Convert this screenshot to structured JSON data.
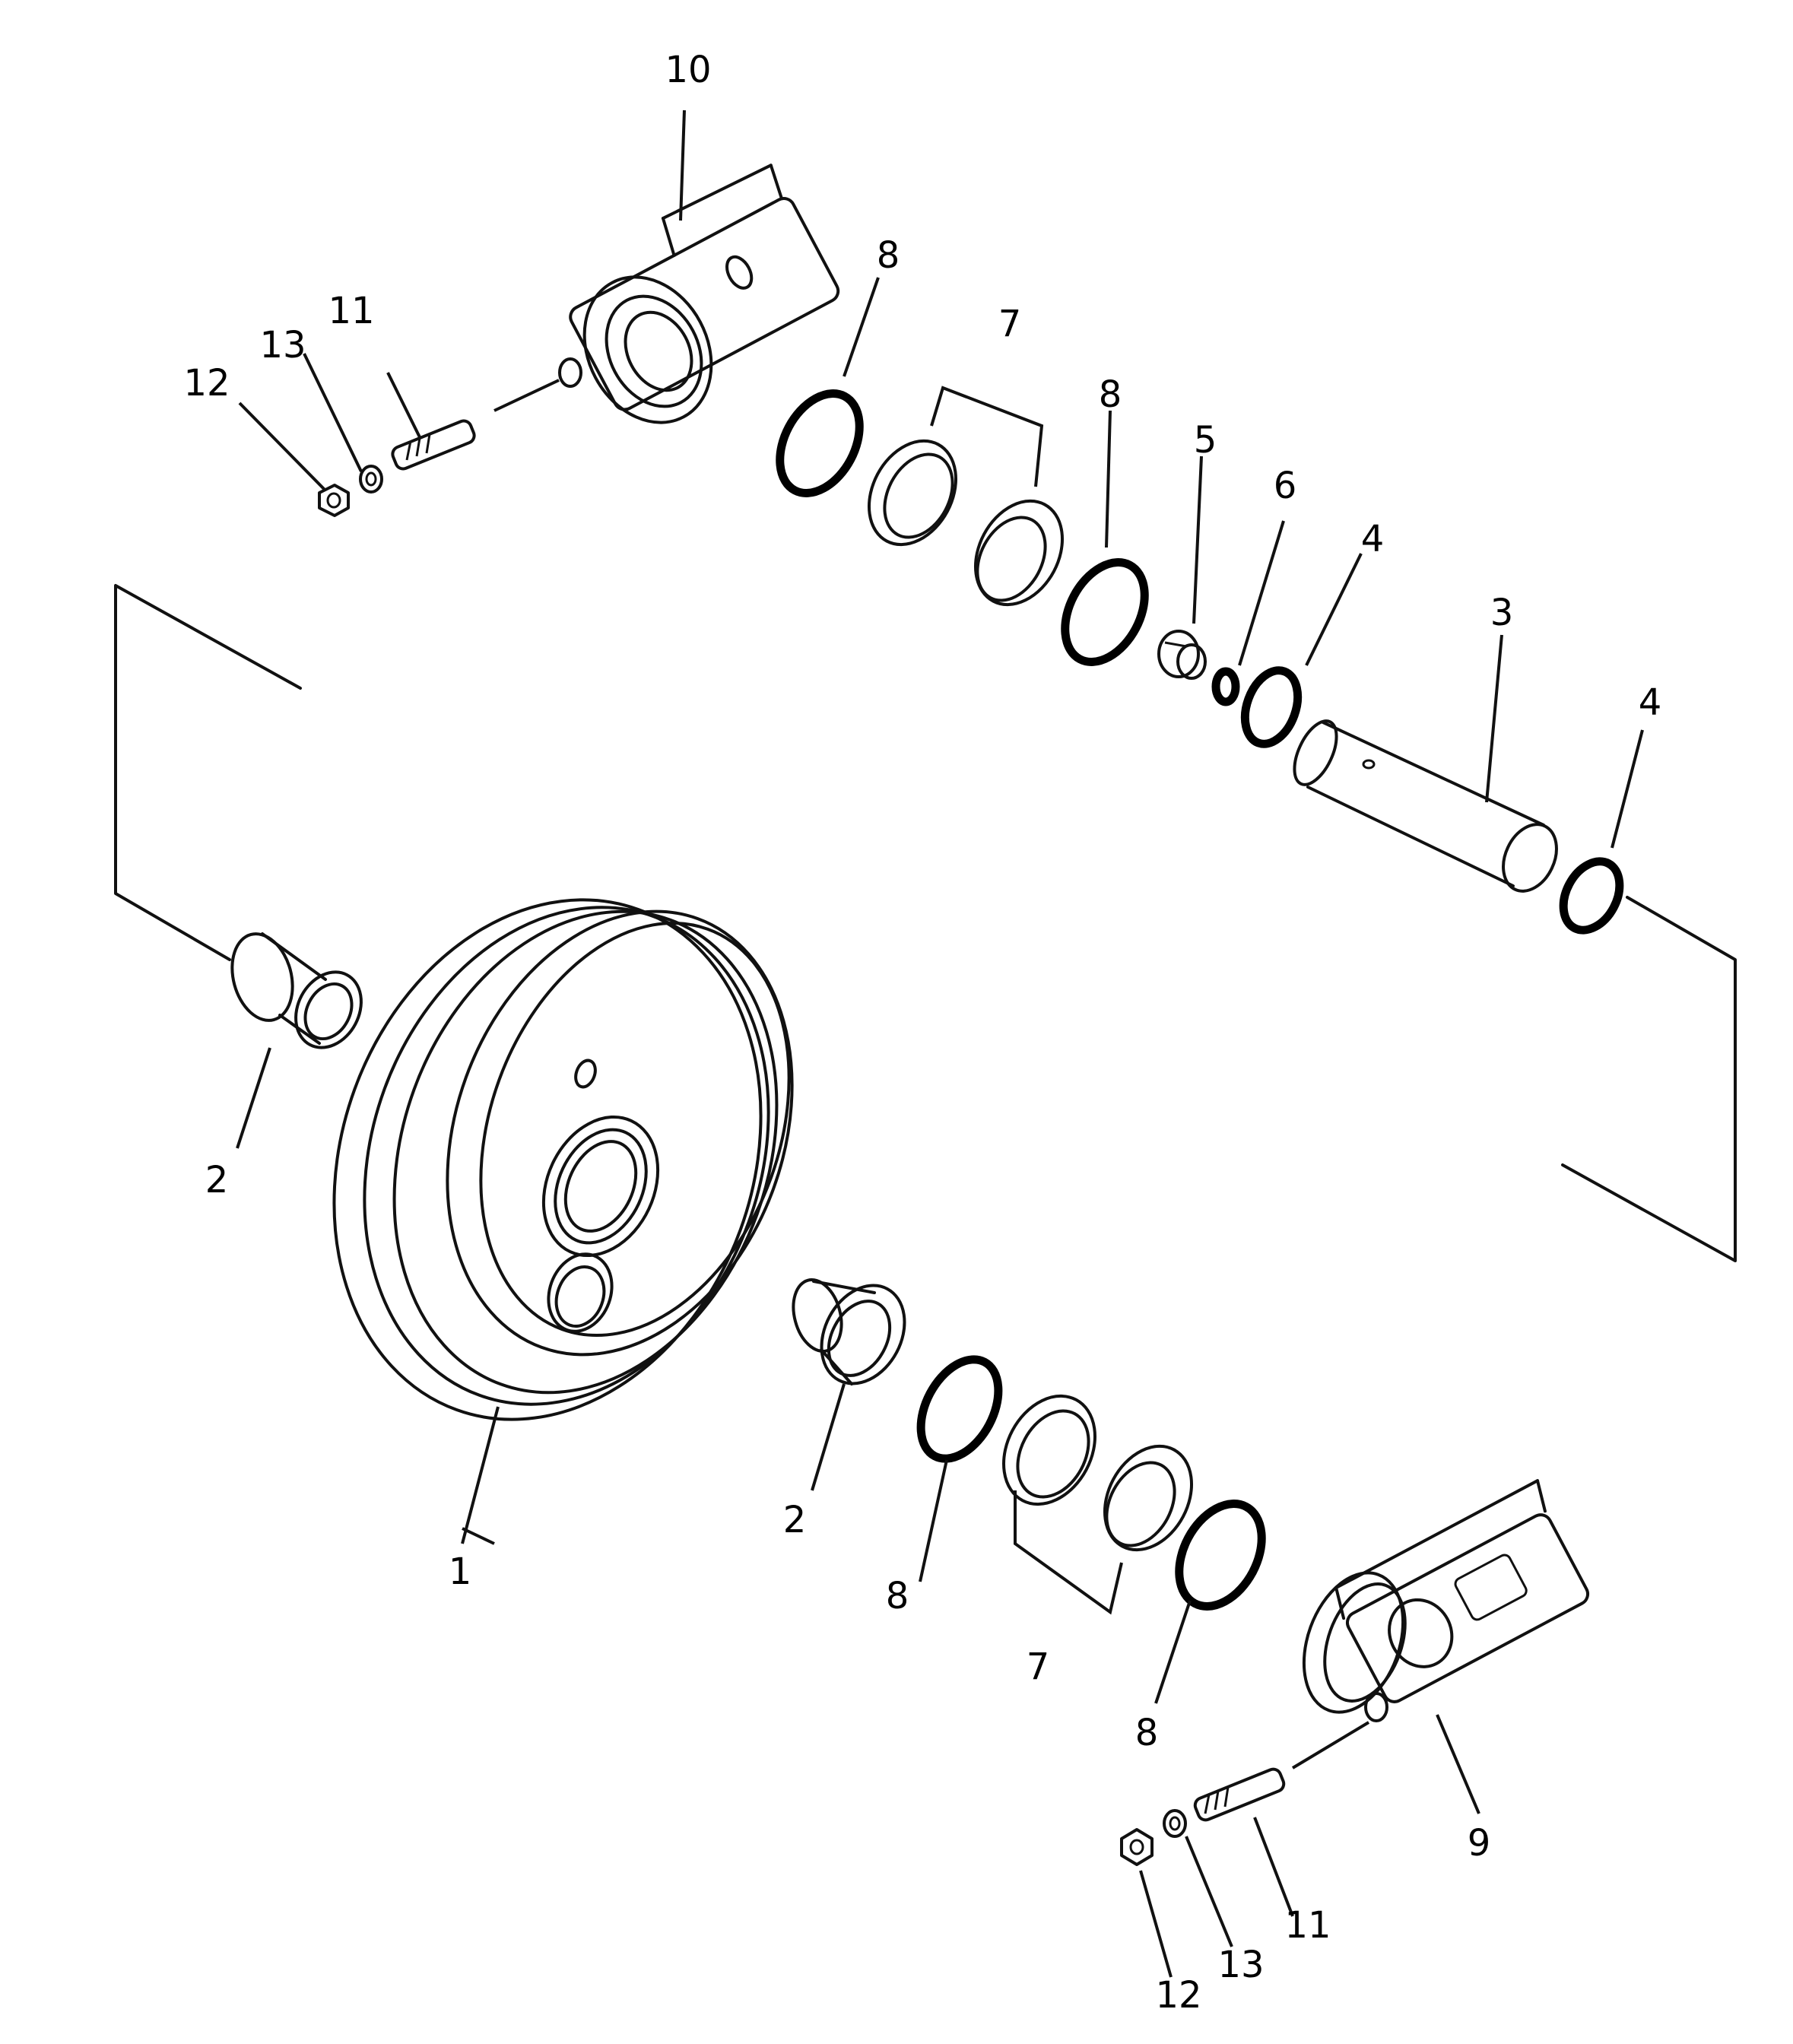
{
  "parts": [
    {
      "id": "wheel",
      "callout": "1"
    },
    {
      "id": "bushing-left",
      "callout": "2"
    },
    {
      "id": "bushing-right",
      "callout": "2"
    },
    {
      "id": "shaft",
      "callout": "3"
    },
    {
      "id": "oring-shaft-upper",
      "callout": "4"
    },
    {
      "id": "oring-shaft-end",
      "callout": "4"
    },
    {
      "id": "plug",
      "callout": "5"
    },
    {
      "id": "oring-small",
      "callout": "6"
    },
    {
      "id": "seal-group-upper",
      "callout": "7"
    },
    {
      "id": "seal-group-lower",
      "callout": "7"
    },
    {
      "id": "oring-seal-upper-a",
      "callout": "8"
    },
    {
      "id": "oring-seal-upper-b",
      "callout": "8"
    },
    {
      "id": "oring-seal-lower-a",
      "callout": "8"
    },
    {
      "id": "oring-seal-lower-b",
      "callout": "8"
    },
    {
      "id": "support-lower",
      "callout": "9"
    },
    {
      "id": "support-upper",
      "callout": "10"
    },
    {
      "id": "bolt-upper",
      "callout": "11"
    },
    {
      "id": "bolt-lower",
      "callout": "11"
    },
    {
      "id": "nut-upper",
      "callout": "12"
    },
    {
      "id": "nut-lower",
      "callout": "12"
    },
    {
      "id": "washer-upper",
      "callout": "13"
    },
    {
      "id": "washer-lower",
      "callout": "13"
    }
  ]
}
